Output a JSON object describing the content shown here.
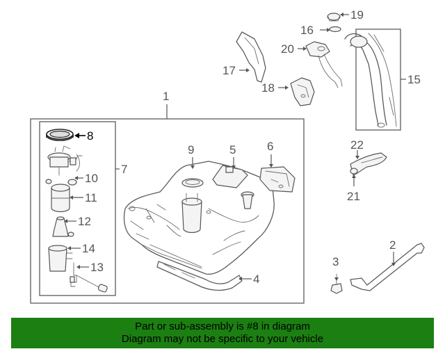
{
  "callouts": {
    "c1": "1",
    "c2": "2",
    "c3": "3",
    "c4": "4",
    "c5": "5",
    "c6": "6",
    "c7": "7",
    "c8": "8",
    "c9": "9",
    "c10": "10",
    "c11": "11",
    "c12": "12",
    "c13": "13",
    "c14": "14",
    "c15": "15",
    "c16": "16",
    "c17": "17",
    "c18": "18",
    "c19": "19",
    "c20": "20",
    "c21": "21",
    "c22": "22"
  },
  "highlighted_part": "8",
  "banner": {
    "line1": "Part or sub-assembly is #8 in diagram",
    "line2": "Diagram may not be specific to your vehicle",
    "background_color": "#1c7f12"
  }
}
